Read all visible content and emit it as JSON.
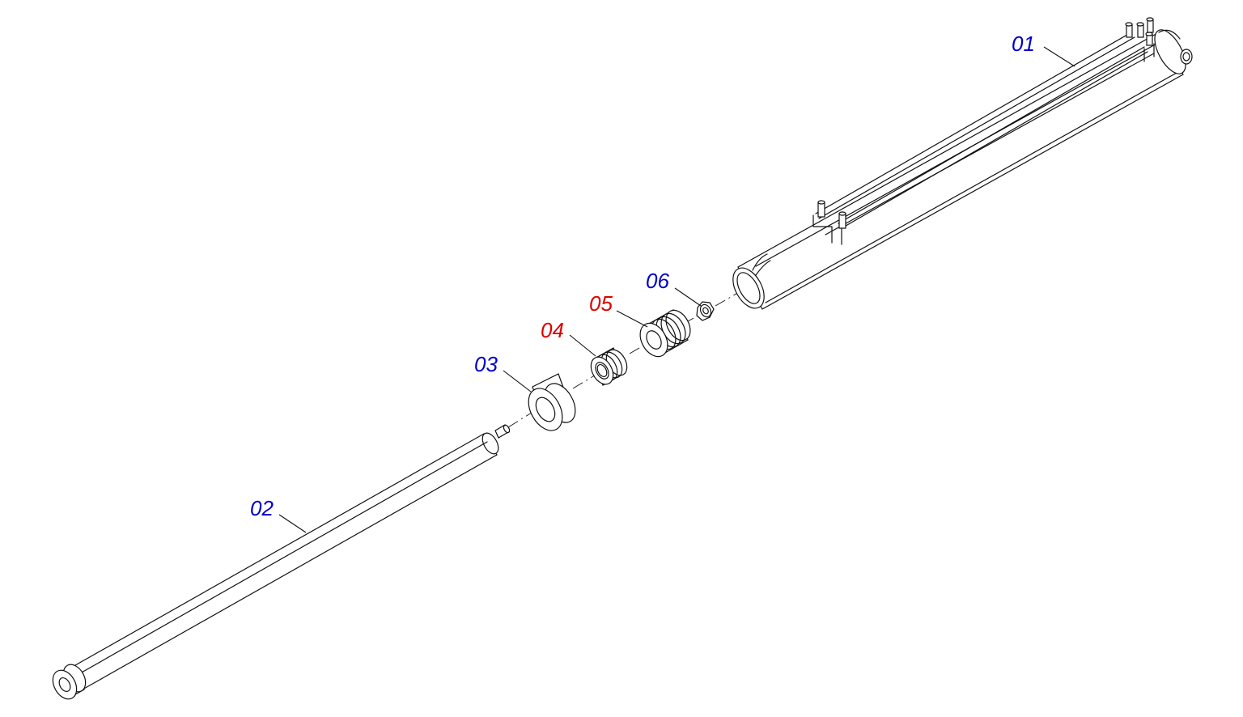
{
  "diagram": {
    "type": "exploded-parts-drawing",
    "colors": {
      "background": "#ffffff",
      "line": "#111111",
      "label_blue": "#0000cc",
      "label_red": "#dd0000"
    },
    "parts": [
      {
        "id": "01",
        "label": "01",
        "color": "#0000cc",
        "component": "cylinder-barrel"
      },
      {
        "id": "02",
        "label": "02",
        "color": "#0000cc",
        "component": "piston-rod"
      },
      {
        "id": "03",
        "label": "03",
        "color": "#0000cc",
        "component": "gland-nut"
      },
      {
        "id": "04",
        "label": "04",
        "color": "#dd0000",
        "component": "gland-seal"
      },
      {
        "id": "05",
        "label": "05",
        "color": "#dd0000",
        "component": "piston"
      },
      {
        "id": "06",
        "label": "06",
        "color": "#0000cc",
        "component": "hex-nut"
      }
    ]
  }
}
